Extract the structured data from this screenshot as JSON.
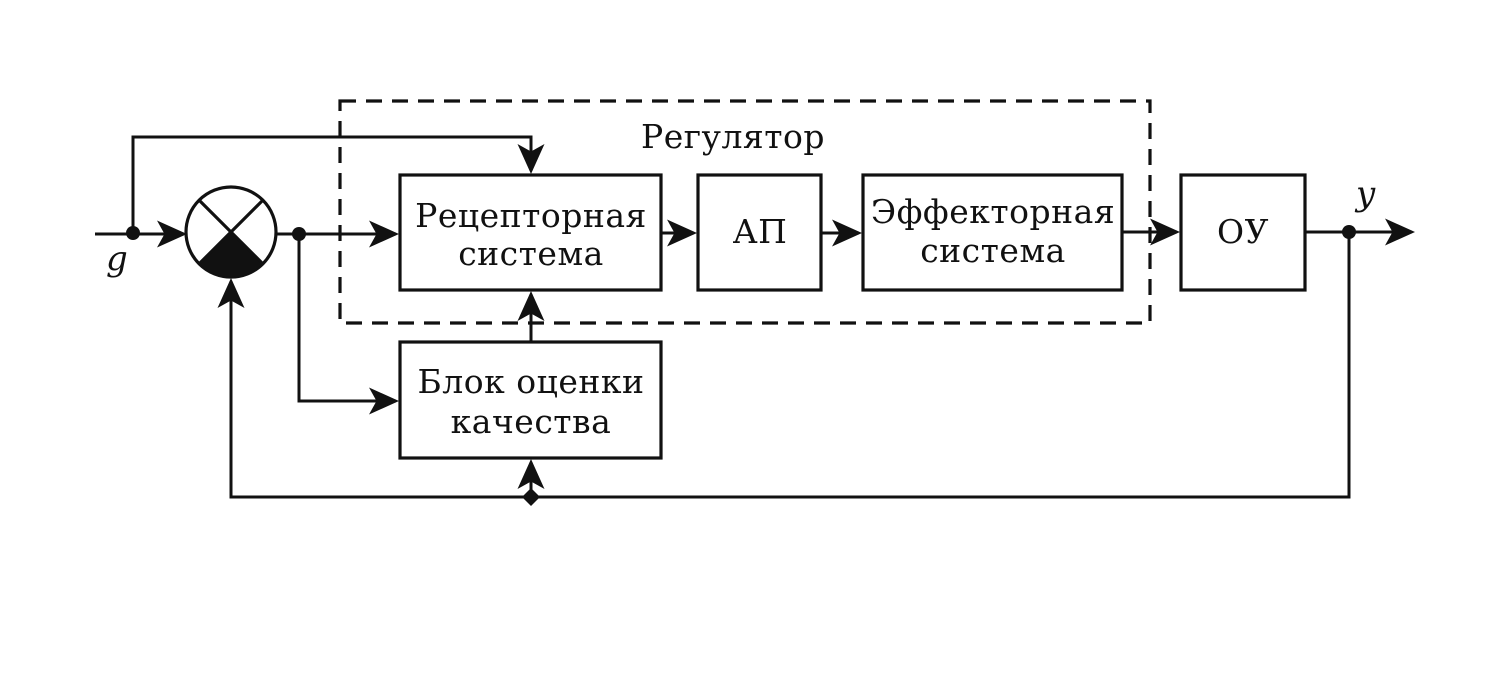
{
  "diagram": {
    "regulator_label": "Регулятор",
    "blocks": {
      "receptor": [
        "Рецепторная",
        "система"
      ],
      "ap": "АП",
      "effector": [
        "Эффекторная",
        "система"
      ],
      "ou": "ОУ",
      "quality": [
        "Блок оценки",
        "качества"
      ]
    },
    "signals": {
      "input": "g",
      "output": "y"
    }
  }
}
